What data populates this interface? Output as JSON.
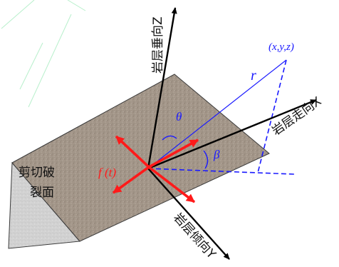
{
  "labels": {
    "z_axis": "岩层垂向Z",
    "x_axis": "岩层走向X",
    "y_axis": "岩层倾向Y",
    "shear_plane_line1": "剪切破",
    "shear_plane_line2": "裂面",
    "point": "(x,y,z)",
    "radius": "r",
    "theta": "θ",
    "beta": "β",
    "force": "f (t)"
  },
  "colors": {
    "axis": "#000000",
    "construction": "#1a1aff",
    "force": "#ff1a1a",
    "rock_face": "#a39689",
    "side_face": "#d2d2d2",
    "outline": "#3a3a3a",
    "faint_lines": "#b8f0cc"
  }
}
